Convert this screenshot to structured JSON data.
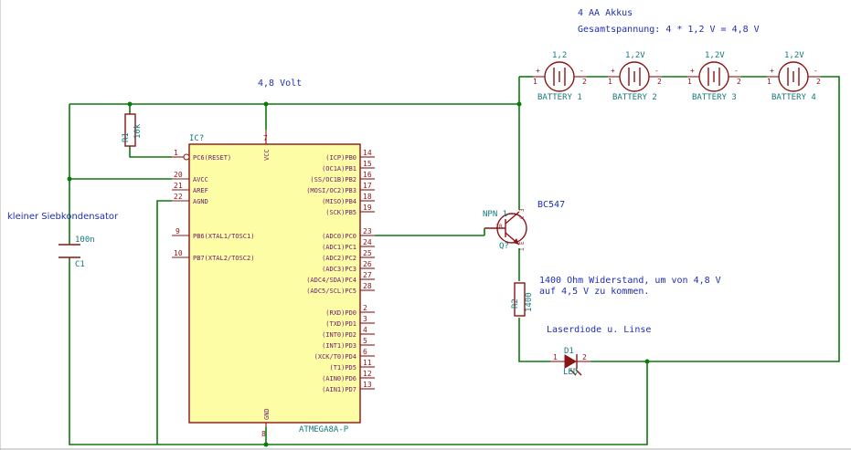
{
  "notes": {
    "akkus": "4 AA Akkus",
    "gesamtspannung": "Gesamtspannung: 4 * 1,2 V = 4,8 V",
    "volt": "4,8 Volt",
    "sieb": "kleiner Siebkondensator",
    "widerstand_line1": "1400 Ohm Widerstand, um von 4,8 V",
    "widerstand_line2": "auf 4,5 V zu kommen.",
    "laser": "Laserdiode u. Linse"
  },
  "batteries": [
    {
      "value": "1,2",
      "ref": "BATTERY 1"
    },
    {
      "value": "1,2V",
      "ref": "BATTERY 2"
    },
    {
      "value": "1,2V",
      "ref": "BATTERY 3"
    },
    {
      "value": "1,2V",
      "ref": "BATTERY 4"
    }
  ],
  "battery_pins": {
    "plus": "+",
    "minus": "-",
    "one": "1",
    "two": "2"
  },
  "resistors": {
    "r1": {
      "ref": "R1",
      "value": "10k"
    },
    "r2": {
      "ref": "R2",
      "value": "1400"
    }
  },
  "capacitor": {
    "ref": "C1",
    "value": "100n"
  },
  "transistor": {
    "ref": "Q?",
    "value": "BC547",
    "label": "NPN 1",
    "pin_b": "B",
    "pin_c": "C",
    "pin_e": "E",
    "pin_b_num": "2",
    "pin_c_num": "3",
    "pin_e_num": "1"
  },
  "led": {
    "ref": "D1",
    "value": "LED",
    "pin1": "1",
    "pin2": "2"
  },
  "ic": {
    "ref": "IC?",
    "value": "ATMEGA8A-P",
    "vcc_label": "VCC",
    "vcc_pin": "7",
    "gnd_label": "GND",
    "gnd_pin": "8",
    "left_pins": [
      {
        "num": "1",
        "name": "PC6(RESET)"
      },
      {
        "num": "20",
        "name": "AVCC"
      },
      {
        "num": "21",
        "name": "AREF"
      },
      {
        "num": "22",
        "name": "AGND"
      },
      {
        "num": "9",
        "name": "PB6(XTAL1/TOSC1)"
      },
      {
        "num": "10",
        "name": "PB7(XTAL2/TOSC2)"
      }
    ],
    "right_pins": [
      {
        "num": "14",
        "name": "(ICP)PB0"
      },
      {
        "num": "15",
        "name": "(OC1A)PB1"
      },
      {
        "num": "16",
        "name": "(SS/OC1B)PB2"
      },
      {
        "num": "17",
        "name": "(MOSI/OC2)PB3"
      },
      {
        "num": "18",
        "name": "(MISO)PB4"
      },
      {
        "num": "19",
        "name": "(SCK)PB5"
      },
      {
        "num": "23",
        "name": "(ADC0)PC0"
      },
      {
        "num": "24",
        "name": "(ADC1)PC1"
      },
      {
        "num": "25",
        "name": "(ADC2)PC2"
      },
      {
        "num": "26",
        "name": "(ADC3)PC3"
      },
      {
        "num": "27",
        "name": "(ADC4/SDA)PC4"
      },
      {
        "num": "28",
        "name": "(ADC5/SCL)PC5"
      },
      {
        "num": "2",
        "name": "(RXD)PD0"
      },
      {
        "num": "3",
        "name": "(TXD)PD1"
      },
      {
        "num": "4",
        "name": "(INT0)PD2"
      },
      {
        "num": "5",
        "name": "(INT1)PD3"
      },
      {
        "num": "6",
        "name": "(XCK/T0)PD4"
      },
      {
        "num": "11",
        "name": "(T1)PD5"
      },
      {
        "num": "12",
        "name": "(AIN0)PD6"
      },
      {
        "num": "13",
        "name": "(AIN1)PD7"
      }
    ]
  }
}
